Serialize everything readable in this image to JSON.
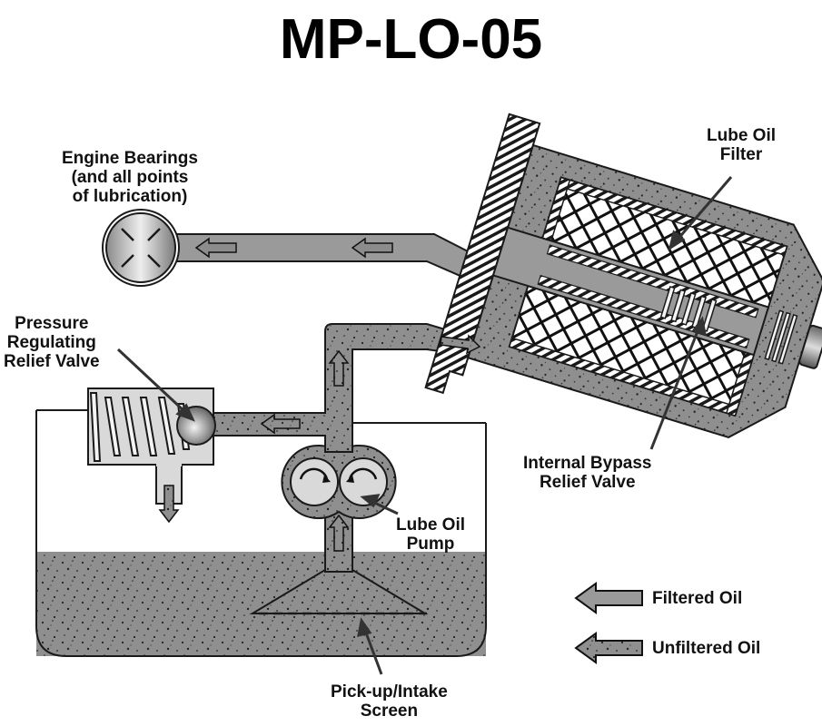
{
  "title": "MP-LO-05",
  "labels": {
    "engine_bearings": [
      "Engine Bearings",
      "(and all points",
      "of lubrication)"
    ],
    "lube_oil_filter": [
      "Lube Oil",
      "Filter"
    ],
    "pressure_valve": [
      "Pressure",
      "Regulating",
      "Relief Valve"
    ],
    "bypass_valve": [
      "Internal Bypass",
      "Relief Valve"
    ],
    "lube_oil_pump": [
      "Lube Oil",
      "Pump"
    ],
    "intake_screen": [
      "Pick-up/Intake",
      "Screen"
    ]
  },
  "legend": {
    "filtered": "Filtered Oil",
    "unfiltered": "Unfiltered Oil"
  },
  "colors": {
    "oil": "#8f8f8f",
    "pipe_filtered": "#9a9a9a",
    "light_fill": "#d9d9d9",
    "outline": "#1a1a1a",
    "dots": "#222222"
  }
}
